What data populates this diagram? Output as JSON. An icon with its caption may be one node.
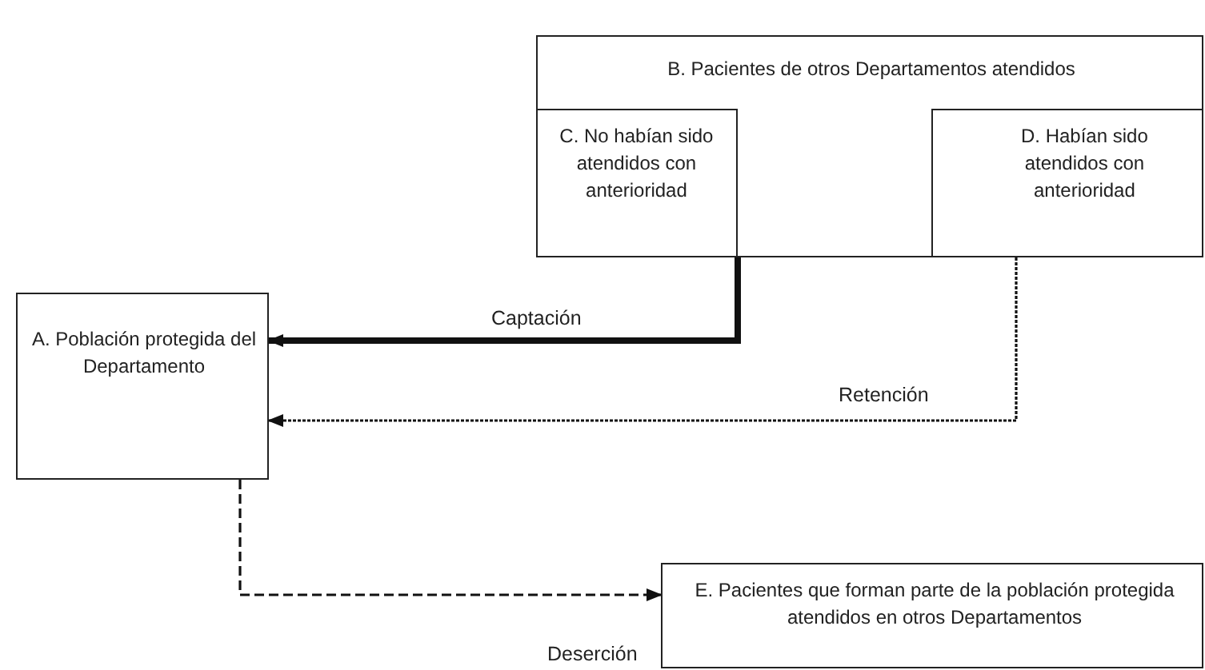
{
  "diagram": {
    "nodes": [
      {
        "text": [
          "B. Pacientes de otros Departamentos atendidos"
        ]
      },
      {
        "text": [
          "C. No habían sido atendidos con anterioridad"
        ],
        "in": 0
      },
      {
        "text": [
          "D. Habían sido atendidos con anterioridad"
        ],
        "in": 0
      },
      {
        "text": [
          "A. Población protegida del Departamento"
        ]
      },
      {
        "text": [
          "E. Pacientes que forman parte de la población protegida atendidos en otros Departamentos"
        ]
      }
    ],
    "edges": [
      {
        "from": 1,
        "to": 3,
        "arrow": "to",
        "label": "Captación",
        "style": "thick"
      },
      {
        "from": 2,
        "to": 3,
        "arrow": "to",
        "label": "Retención",
        "style": "dashed"
      },
      {
        "from": 3,
        "to": 4,
        "arrow": "to",
        "label": "Deserción",
        "style": "dashed"
      }
    ]
  }
}
